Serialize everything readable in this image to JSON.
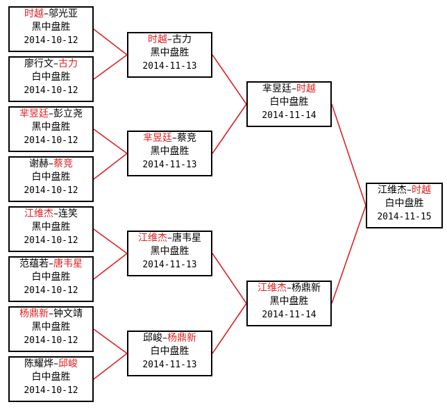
{
  "colors": {
    "winner": "#e02020",
    "connector": "#e02020",
    "border": "#000000"
  },
  "rounds": [
    [
      {
        "p1": "时越",
        "sep": "–",
        "p2": "邬光亚",
        "winner": "p1",
        "result": "黑中盘胜",
        "date": "2014-10-12"
      },
      {
        "p1": "廖行文",
        "sep": "–",
        "p2": "古力",
        "winner": "p2",
        "result": "白中盘胜",
        "date": "2014-10-12"
      },
      {
        "p1": "芈昱廷",
        "sep": "–",
        "p2": "彭立尧",
        "winner": "p1",
        "result": "黑中盘胜",
        "date": "2014-10-12"
      },
      {
        "p1": "谢赫",
        "sep": "–",
        "p2": "蔡竞",
        "winner": "p2",
        "result": "白中盘胜",
        "date": "2014-10-12"
      },
      {
        "p1": "江维杰",
        "sep": "–",
        "p2": "连笑",
        "winner": "p1",
        "result": "黑中盘胜",
        "date": "2014-10-12"
      },
      {
        "p1": "范蕴若",
        "sep": "–",
        "p2": "唐韦星",
        "winner": "p2",
        "result": "白中盘胜",
        "date": "2014-10-12"
      },
      {
        "p1": "杨鼎新",
        "sep": "–",
        "p2": "钟文靖",
        "winner": "p1",
        "result": "黑中盘胜",
        "date": "2014-10-12"
      },
      {
        "p1": "陈耀烨",
        "sep": "–",
        "p2": "邱峻",
        "winner": "p2",
        "result": "白中盘胜",
        "date": "2014-10-12"
      }
    ],
    [
      {
        "p1": "时越",
        "sep": "–",
        "p2": "古力",
        "winner": "p1",
        "result": "黑中盘胜",
        "date": "2014-11-13"
      },
      {
        "p1": "芈昱廷",
        "sep": "–",
        "p2": "蔡竞",
        "winner": "p1",
        "result": "黑中盘胜",
        "date": "2014-11-13"
      },
      {
        "p1": "江维杰",
        "sep": "–",
        "p2": "唐韦星",
        "winner": "p1",
        "result": "黑中盘胜",
        "date": "2014-11-13"
      },
      {
        "p1": "邱峻",
        "sep": "–",
        "p2": "杨鼎新",
        "winner": "p2",
        "result": "白中盘胜",
        "date": "2014-11-13"
      }
    ],
    [
      {
        "p1": "芈昱廷",
        "sep": "–",
        "p2": "时越",
        "winner": "p2",
        "result": "白中盘胜",
        "date": "2014-11-14"
      },
      {
        "p1": "江维杰",
        "sep": "–",
        "p2": "杨鼎新",
        "winner": "p1",
        "result": "黑中盘胜",
        "date": "2014-11-14"
      }
    ],
    [
      {
        "p1": "江维杰",
        "sep": "–",
        "p2": "时越",
        "winner": "p2",
        "result": "白中盘胜",
        "date": "2014-11-15"
      }
    ]
  ]
}
